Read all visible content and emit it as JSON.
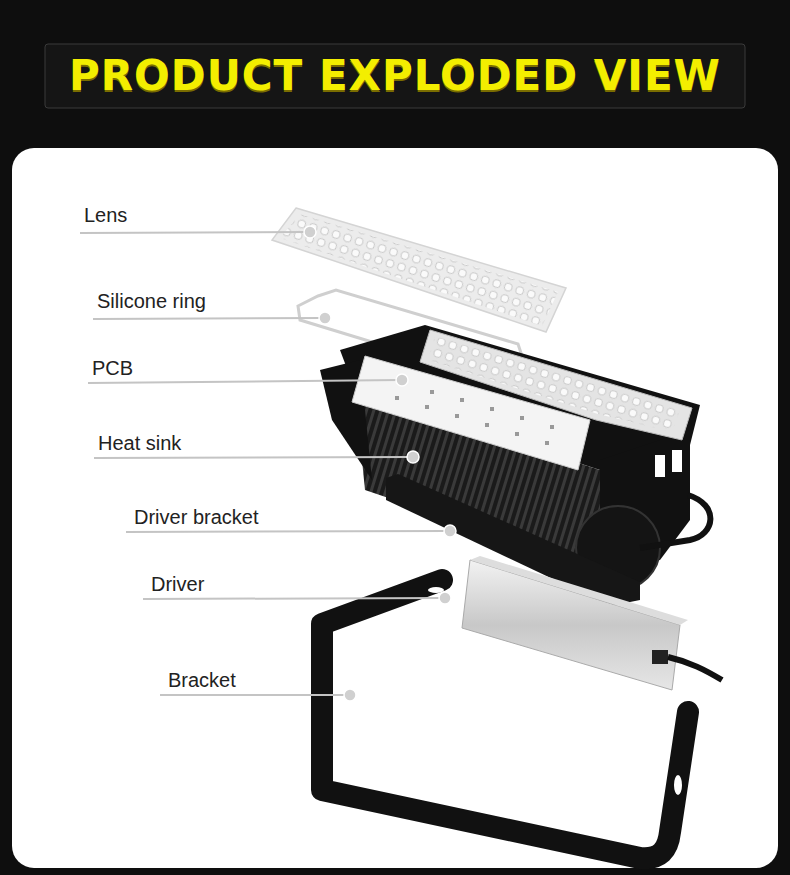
{
  "diagram": {
    "title": "PRODUCT EXPLODED VIEW",
    "labels": [
      "Lens",
      "Silicone ring",
      "PCB",
      "Heat sink",
      "Driver bracket",
      "Driver",
      "Bracket"
    ]
  }
}
